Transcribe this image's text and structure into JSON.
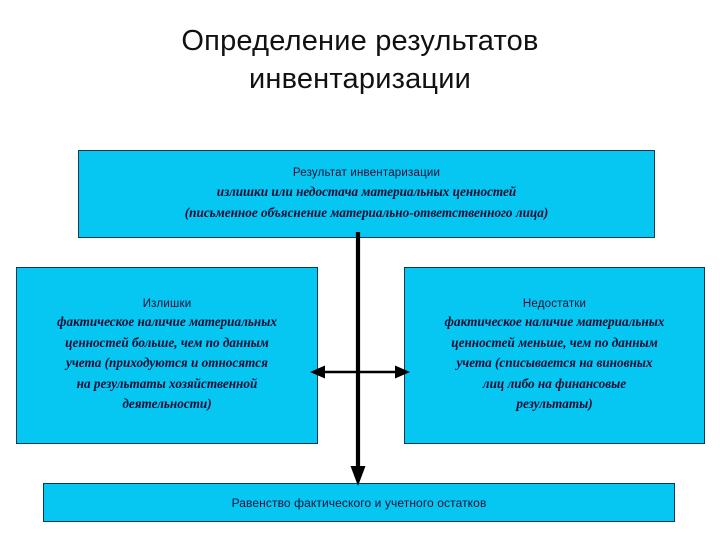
{
  "slide": {
    "title": "Определение результатов\nинвентаризации",
    "background_color": "#ffffff",
    "box_fill_color": "#06C6F2",
    "box_border_color": "#0a3a52",
    "text_color": "#101036",
    "arrow_color": "#000000"
  },
  "boxes": {
    "result": {
      "heading": "Результат инвентаризации",
      "body": "излишки или недостача материальных ценностей\n(письменное объяснение материально-ответственного лица)"
    },
    "surplus": {
      "heading": "Излишки",
      "body": "фактическое наличие материальных\nценностей больше, чем по данным\nучета (приходуются и относятся\nна результаты хозяйственной\nдеятельности)"
    },
    "shortage": {
      "heading": "Недостатки",
      "body": "фактическое наличие материальных\nценностей меньше, чем по данным\nучета (списывается на виновных\nлиц либо на финансовые\nрезультаты)"
    },
    "equality": {
      "heading": "Равенство фактического и учетного остатков"
    }
  },
  "connectors": {
    "vertical": {
      "name": "result-to-equality-arrow",
      "direction": "down",
      "heads": 1
    },
    "horizontal": {
      "name": "surplus-shortage-arrow",
      "direction": "both",
      "heads": 2
    }
  }
}
